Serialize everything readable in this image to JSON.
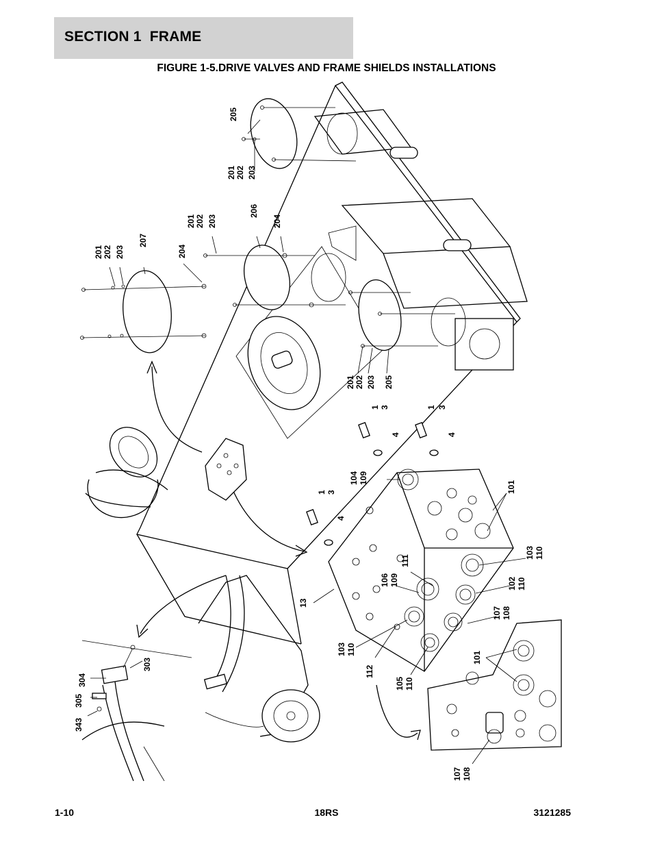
{
  "header": {
    "section_title": "SECTION 1  FRAME"
  },
  "figure": {
    "title": "FIGURE 1-5.DRIVE VALVES AND FRAME SHIELDS INSTALLATIONS"
  },
  "callouts": {
    "c205a": "205",
    "c201a": "201",
    "c202a": "202",
    "c203a": "203",
    "c201b": "201",
    "c202b": "202",
    "c203b": "203",
    "c206": "206",
    "c204a": "204",
    "c201c": "201",
    "c202c": "202",
    "c203c": "203",
    "c207": "207",
    "c204b": "204",
    "c201d": "201",
    "c202d": "202",
    "c203d": "203",
    "c205b": "205",
    "c1a": "1",
    "c3a": "3",
    "c4a": "4",
    "c1b": "1",
    "c3b": "3",
    "c4b": "4",
    "c1c": "1",
    "c3c": "3",
    "c4c": "4",
    "c104": "104",
    "c109a": "109",
    "c101a": "101",
    "c103a": "103",
    "c110a": "110",
    "c111": "111",
    "c106": "106",
    "c109b": "109",
    "c102": "102",
    "c110b": "110",
    "c13": "13",
    "c107a": "107",
    "c108a": "108",
    "c103b": "103",
    "c110c": "110",
    "c112": "112",
    "c105": "105",
    "c110d": "110",
    "c101b": "101",
    "c107b": "107",
    "c108b": "108",
    "c303": "303",
    "c304": "304",
    "c305": "305",
    "c343": "343"
  },
  "footer": {
    "page": "1-10",
    "model": "18RS",
    "doc_number": "3121285"
  }
}
